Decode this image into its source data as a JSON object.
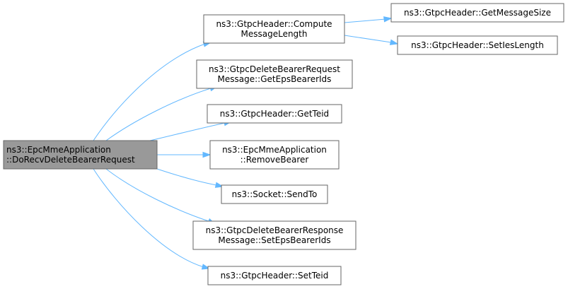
{
  "graph": {
    "root": {
      "id": "root",
      "lines": [
        "ns3::EpcMmeApplication",
        "::DoRecvDeleteBearerRequest"
      ]
    },
    "nodes": [
      {
        "id": "compute",
        "lines": [
          "ns3::GtpcHeader::Compute",
          "MessageLength"
        ]
      },
      {
        "id": "getmsgsize",
        "lines": [
          "ns3::GtpcHeader::GetMessageSize"
        ]
      },
      {
        "id": "setieslen",
        "lines": [
          "ns3::GtpcHeader::SetIesLength"
        ]
      },
      {
        "id": "getepsbearerids",
        "lines": [
          "ns3::GtpcDeleteBearerRequest",
          "Message::GetEpsBearerIds"
        ]
      },
      {
        "id": "getteid",
        "lines": [
          "ns3::GtpcHeader::GetTeid"
        ]
      },
      {
        "id": "removebearer",
        "lines": [
          "ns3::EpcMmeApplication",
          "::RemoveBearer"
        ]
      },
      {
        "id": "sendto",
        "lines": [
          "ns3::Socket::SendTo"
        ]
      },
      {
        "id": "setepsbearerids",
        "lines": [
          "ns3::GtpcDeleteBearerResponse",
          "Message::SetEpsBearerIds"
        ]
      },
      {
        "id": "setteid",
        "lines": [
          "ns3::GtpcHeader::SetTeid"
        ]
      }
    ],
    "edges": [
      {
        "from": "root",
        "to": "compute"
      },
      {
        "from": "root",
        "to": "getepsbearerids"
      },
      {
        "from": "root",
        "to": "getteid"
      },
      {
        "from": "root",
        "to": "removebearer"
      },
      {
        "from": "root",
        "to": "sendto"
      },
      {
        "from": "root",
        "to": "setepsbearerids"
      },
      {
        "from": "root",
        "to": "setteid"
      },
      {
        "from": "compute",
        "to": "getmsgsize"
      },
      {
        "from": "compute",
        "to": "setieslen"
      }
    ]
  }
}
